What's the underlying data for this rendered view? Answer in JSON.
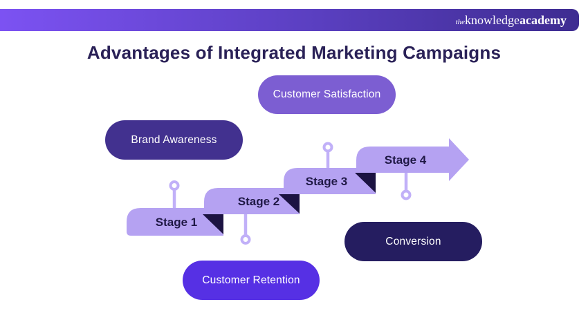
{
  "header": {
    "logo": {
      "the": "the",
      "knowledge": "knowledge",
      "academy": "academy"
    }
  },
  "title": "Advantages of Integrated Marketing Campaigns",
  "funnel": {
    "stages": [
      {
        "label": "Stage 1",
        "benefit": "Brand Awareness"
      },
      {
        "label": "Stage 2",
        "benefit": "Customer Retention"
      },
      {
        "label": "Stage 3",
        "benefit": "Customer Satisfaction"
      },
      {
        "label": "Stage 4",
        "benefit": "Conversion"
      }
    ]
  },
  "colors": {
    "banner_gradient_start": "#7c52f2",
    "banner_gradient_end": "#3e2c91",
    "title_text": "#2a2157",
    "ribbon": "#b5a2f2",
    "ribbon_fold": "#1c1342",
    "pin": "#c1b0f8",
    "stage_label_text": "#1f1845",
    "pill_brand_awareness": "#42318f",
    "pill_customer_satisfaction": "#7c5ed2",
    "pill_customer_retention": "#5630e4",
    "pill_conversion": "#251d60",
    "pill_text": "#ffffff"
  }
}
